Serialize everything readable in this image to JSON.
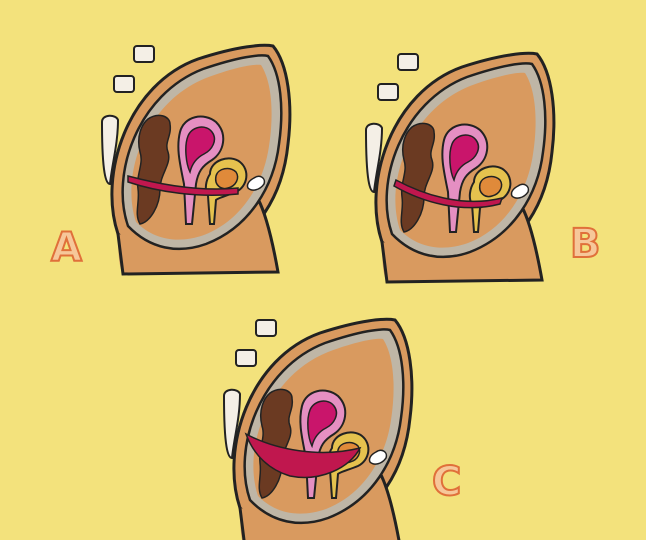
{
  "panels": [
    {
      "label": "A"
    },
    {
      "label": "B"
    },
    {
      "label": "C"
    }
  ],
  "colors": {
    "background": "#f3e27c",
    "body": "#d99a5f",
    "outline": "#222222",
    "wall_fill": "#bfb6a6",
    "vertebra": "#f4efe6",
    "rectum": "#6b3a22",
    "uterus_outer": "#e58fc2",
    "uterus_inner": "#c9156b",
    "bladder_outer": "#e5c24e",
    "bladder_inner": "#e08a3a",
    "pelvic_floor": "#c0174e",
    "pubic_bone": "#ffffff",
    "label_fill": "#f6c79a",
    "label_stroke": "#e0703a"
  }
}
